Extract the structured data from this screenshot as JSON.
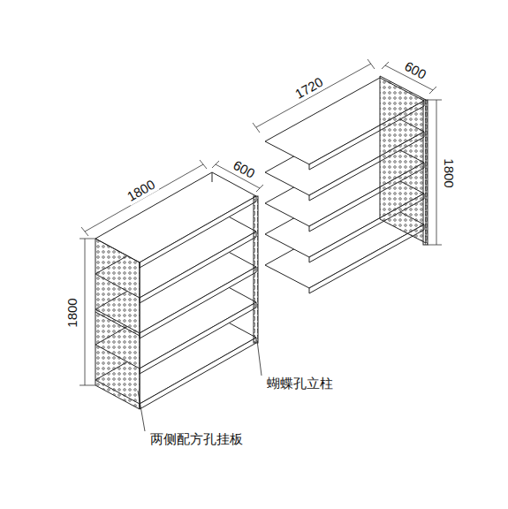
{
  "diagram": {
    "labels": [
      "1800",
      "600",
      "1800",
      "1720",
      "600",
      "1800",
      "蝴蝶孔立柱",
      "两侧配方孔挂板"
    ]
  }
}
